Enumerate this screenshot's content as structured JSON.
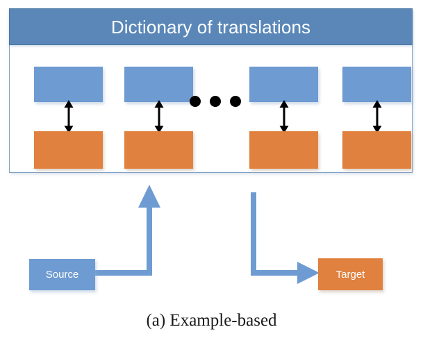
{
  "figure": {
    "caption": "(a) Example-based",
    "dictionary": {
      "title": "Dictionary of translations",
      "header_color": "#5A87B8",
      "panel_border_color": "#7FA0C4",
      "entry_source_color": "#6E9BD2",
      "entry_target_color": "#E0813F",
      "entries": [
        {
          "source_label": "",
          "target_label": "",
          "link_icon": "double-headed-vertical-arrow-icon"
        },
        {
          "source_label": "",
          "target_label": "",
          "link_icon": "double-headed-vertical-arrow-icon"
        },
        {
          "source_label": "",
          "target_label": "",
          "link_icon": "double-headed-vertical-arrow-icon"
        },
        {
          "source_label": "",
          "target_label": "",
          "link_icon": "double-headed-vertical-arrow-icon"
        }
      ],
      "ellipsis": "•••"
    },
    "flow": {
      "source_label": "Source",
      "target_label": "Target",
      "source_color": "#6E9BD2",
      "target_color": "#E0813F",
      "connector_color": "#6E9BD2",
      "lookup_arrow_icon": "arrow-up-icon",
      "result_arrow_icon": "arrow-right-icon"
    }
  }
}
